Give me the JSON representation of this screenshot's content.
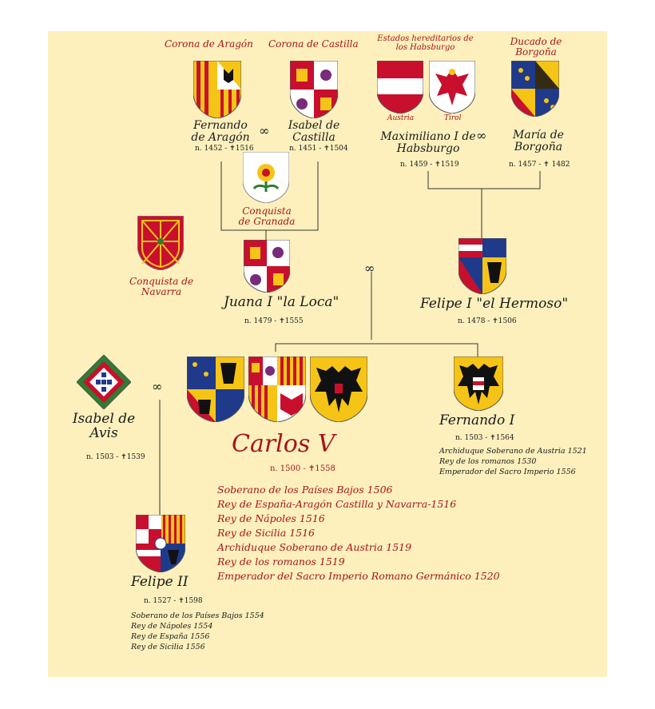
{
  "crowns": {
    "aragon": "Corona de Aragón",
    "castilla": "Corona de Castilla",
    "habsburg": "Estados hereditarios de los Habsburgo",
    "borgona": "Ducado de Borgoña",
    "austria": "Austria",
    "tirol": "Tirol",
    "granada": "Conquista de Granada",
    "navarra": "Conquista de Navarra"
  },
  "people": {
    "fernando_aragon": {
      "name": "Fernando de Aragón",
      "dates": "n. 1452 - ✝1516"
    },
    "isabel_castilla": {
      "name": "Isabel de Castilla",
      "dates": "n. 1451 - ✝1504"
    },
    "maximiliano": {
      "name": "Maximiliano I de Habsburgo",
      "dates": "n. 1459 - ✝1519"
    },
    "maria": {
      "name": "María de Borgoña",
      "dates": "n. 1457 - ✝ 1482"
    },
    "juana": {
      "name": "Juana I",
      "epithet": "\"la Loca\"",
      "dates": "n. 1479 - ✝1555"
    },
    "felipe_i": {
      "name": "Felipe I",
      "epithet": "\"el Hermoso\"",
      "dates": "n. 1478 - ✝1506"
    },
    "isabel_avis": {
      "name": "Isabel de Avis",
      "dates": "n. 1503 - ✝1539"
    },
    "carlos_v": {
      "name": "Carlos V",
      "dates": "n. 1500 - ✝1558"
    },
    "fernando_i": {
      "name": "Fernando I",
      "dates": "n. 1503 - ✝1564"
    },
    "felipe_ii": {
      "name": "Felipe II",
      "dates": "n. 1527 - ✝1598"
    }
  },
  "titles": {
    "carlos_v": [
      "Soberano de los Países Bajos 1506",
      "Rey de España-Aragón Castilla y Navarra-1516",
      "Rey de Nápoles 1516",
      "Rey de Sicilia 1516",
      "Archiduque Soberano de Austria 1519",
      "Rey de los romanos 1519",
      "Emperador del Sacro Imperio Romano Germánico 1520"
    ],
    "fernando_i": [
      "Archiduque Soberano de Austria 1521",
      "Rey de los romanos 1530",
      "Emperador del Sacro Imperio 1556"
    ],
    "felipe_ii": [
      "Soberano de los Países Bajos 1554",
      "Rey de Nápoles 1554",
      "Rey de España 1556",
      "Rey de Sicilia 1556"
    ]
  },
  "marriage_symbol": "∞",
  "icons": [
    "shield-aragon-icon",
    "shield-castilla-icon",
    "shield-austria-icon",
    "shield-tirol-icon",
    "shield-borgona-icon",
    "shield-granada-icon",
    "shield-navarra-icon",
    "shield-portugal-icon",
    "shield-imperial-eagle-icon"
  ],
  "colors": {
    "background": "#fdf0bd",
    "red_text": "#a8131b",
    "gold": "#f6c416",
    "red": "#c8102e"
  }
}
